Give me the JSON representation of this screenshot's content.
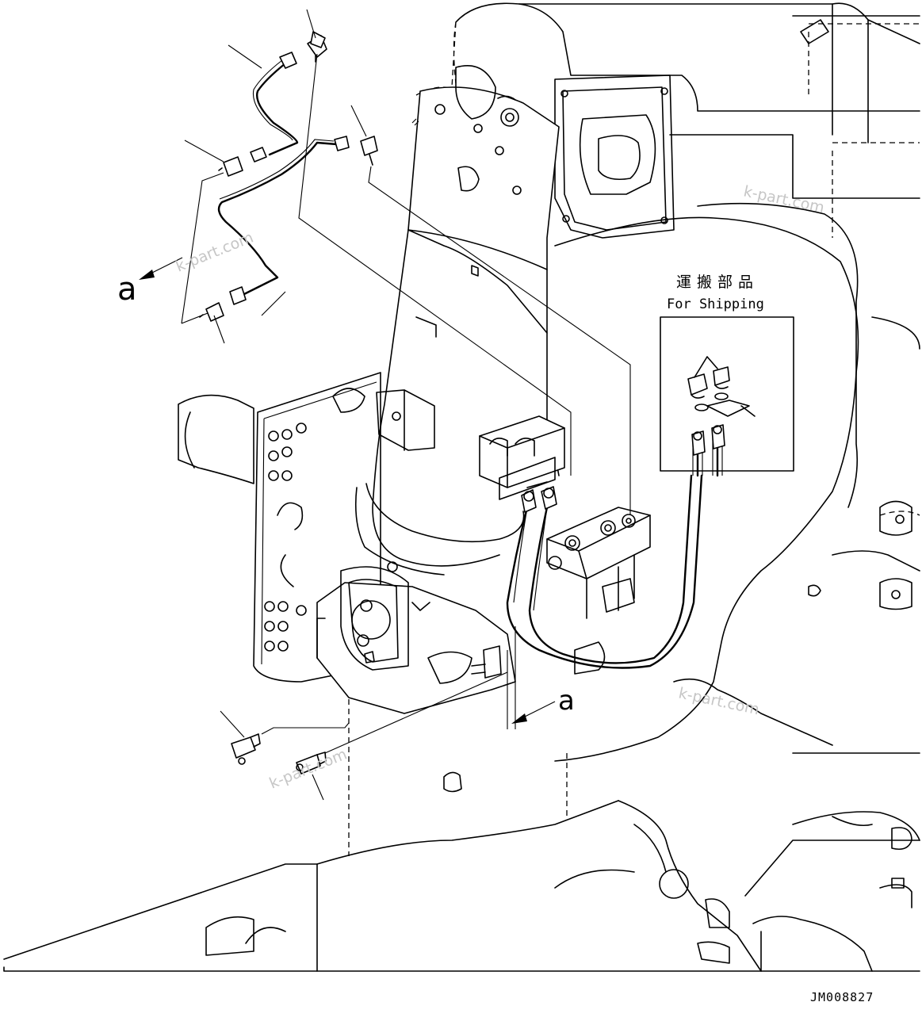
{
  "callout_letter": "a",
  "shipping_label_jp": "運搬部品",
  "shipping_label_en": "For Shipping",
  "drawing_number": "JM008827",
  "watermark": "k-part.com"
}
